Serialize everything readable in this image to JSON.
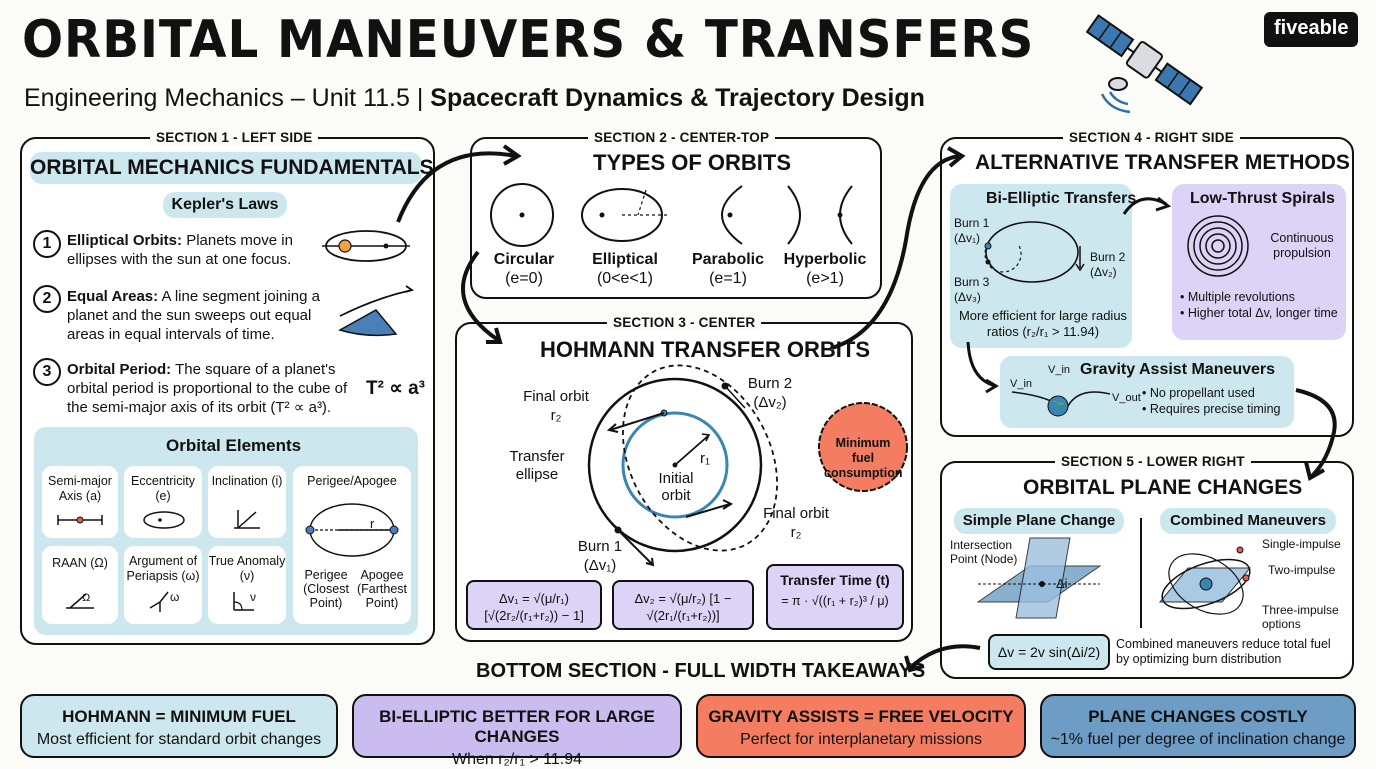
{
  "header": {
    "title": "ORBITAL MANEUVERS & TRANSFERS",
    "subtitle_prefix": "Engineering Mechanics – Unit 11.5 | ",
    "subtitle_bold": "Spacecraft Dynamics & Trajectory Design",
    "logo": "fiveable"
  },
  "section1": {
    "label": "SECTION 1 - LEFT SIDE",
    "title": "ORBITAL MECHANICS FUNDAMENTALS",
    "keplers_label": "Kepler's Laws",
    "laws": [
      {
        "num": "1",
        "bold": "Elliptical Orbits:",
        "text": " Planets move in ellipses with the sun at one focus."
      },
      {
        "num": "2",
        "bold": "Equal Areas:",
        "text": " A line segment joining a planet and the sun sweeps out equal areas in equal intervals of time."
      },
      {
        "num": "3",
        "bold": "Orbital Period:",
        "text": " The square of a planet's orbital period is proportional to the cube of the semi-major axis of its orbit (T² ∝ a³)."
      }
    ],
    "law3_formula": "T² ∝ a³",
    "elements_title": "Orbital Elements",
    "elements": [
      {
        "label": "Semi-major Axis (a)"
      },
      {
        "label": "Eccentricity (e)"
      },
      {
        "label": "Inclination (i)"
      },
      {
        "label": "RAAN (Ω)"
      },
      {
        "label": "Argument of Periapsis (ω)"
      },
      {
        "label": "True Anomaly (ν)"
      }
    ],
    "perigee_apogee": {
      "title": "Perigee/Apogee",
      "r": "r",
      "perigee": "Perigee (Closest Point)",
      "apogee": "Apogee (Farthest Point)"
    },
    "symbols": {
      "omega": "ω",
      "raan": "Ω",
      "nu": "ν"
    }
  },
  "section2": {
    "label": "SECTION 2 - CENTER-TOP",
    "title": "TYPES OF ORBITS",
    "orbits": [
      {
        "name": "Circular",
        "cond": "(e=0)"
      },
      {
        "name": "Elliptical",
        "cond": "(0<e<1)"
      },
      {
        "name": "Parabolic",
        "cond": "(e=1)"
      },
      {
        "name": "Hyperbolic",
        "cond": "(e>1)"
      }
    ]
  },
  "section3": {
    "label": "SECTION 3 - CENTER",
    "title": "HOHMANN TRANSFER ORBITS",
    "final_orbit_top": "Final orbit",
    "r2_top": "r₂",
    "transfer_ellipse": "Transfer ellipse",
    "initial_orbit": "Initial orbit",
    "r1": "r₁",
    "burn1": "Burn 1",
    "burn1_dv": "(Δv₁)",
    "burn2": "Burn 2",
    "burn2_dv": "(Δv₂)",
    "final_orbit_bottom": "Final orbit",
    "r2_bottom": "r₂",
    "badge": "Minimum fuel consumption",
    "formula1": "Δv₁ = √(μ/r₁) [√(2r₂/(r₁+r₂)) − 1]",
    "formula2": "Δv₂ = √(μ/r₂) [1 − √(2r₁/(r₁+r₂))]",
    "transfer_time_title": "Transfer Time (t)",
    "transfer_time_formula": "= π · √((r₁ + r₂)³ / μ)"
  },
  "section4": {
    "label": "SECTION 4 - RIGHT SIDE",
    "title": "ALTERNATIVE TRANSFER METHODS",
    "bielliptic": {
      "title": "Bi-Elliptic Transfers",
      "burn1": "Burn 1 (Δv₁)",
      "burn2": "Burn 2 (Δv₂)",
      "burn3": "Burn 3 (Δv₃)",
      "note": "More efficient for large radius ratios (r₂/r₁ > 11.94)"
    },
    "lowthrust": {
      "title": "Low-Thrust Spirals",
      "continuous": "Continuous propulsion",
      "bullets": [
        "Multiple revolutions",
        "Higher total Δv, longer time"
      ]
    },
    "gravity": {
      "title": "Gravity Assist Maneuvers",
      "vin": "V_in",
      "vin2": "V_in",
      "vout": "V_out",
      "bullets": [
        "No propellant used",
        "Requires precise timing"
      ]
    }
  },
  "section5": {
    "label": "SECTION 5 - LOWER RIGHT",
    "title": "ORBITAL PLANE CHANGES",
    "simple": {
      "title": "Simple Plane Change",
      "node": "Intersection Point (Node)",
      "di": "Δi"
    },
    "combined": {
      "title": "Combined Maneuvers",
      "single": "Single-impulse",
      "two": "Two-impulse",
      "three": "Three-impulse options"
    },
    "formula": "Δv = 2v sin(Δi/2)",
    "note": "Combined maneuvers reduce total fuel by optimizing burn distribution"
  },
  "bottom": {
    "title": "BOTTOM SECTION - FULL WIDTH TAKEAWAYS",
    "boxes": [
      {
        "title": "HOHMANN = MINIMUM FUEL",
        "text": "Most efficient for standard orbit changes",
        "color": "#cde7ef"
      },
      {
        "title": "BI-ELLIPTIC BETTER FOR LARGE CHANGES",
        "text": "When r₂/r₁ > 11.94",
        "color": "#cbbcf0"
      },
      {
        "title": "GRAVITY ASSISTS = FREE VELOCITY",
        "text": "Perfect for interplanetary missions",
        "color": "#f47d61"
      },
      {
        "title": "PLANE CHANGES COSTLY",
        "text": "~1% fuel per degree of inclination change",
        "color": "#6d9dc5"
      }
    ]
  }
}
